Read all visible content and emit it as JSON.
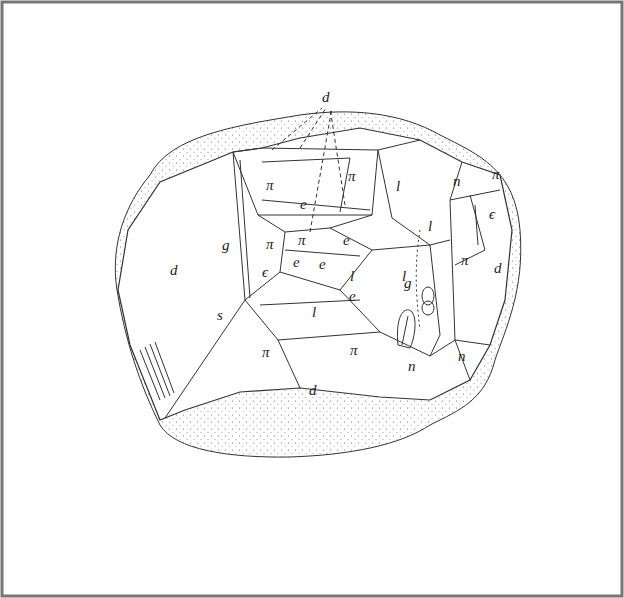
{
  "diagram": {
    "labels": [
      "d",
      "π",
      "π",
      "l",
      "n",
      "π",
      "e",
      "π",
      "π",
      "e",
      "e",
      "e",
      "l",
      "g",
      "ϵ",
      "e",
      "l",
      "ϵ",
      "l",
      "π",
      "g",
      "d",
      "d",
      "l",
      "s",
      "π",
      "π",
      "n",
      "n",
      "d"
    ]
  }
}
